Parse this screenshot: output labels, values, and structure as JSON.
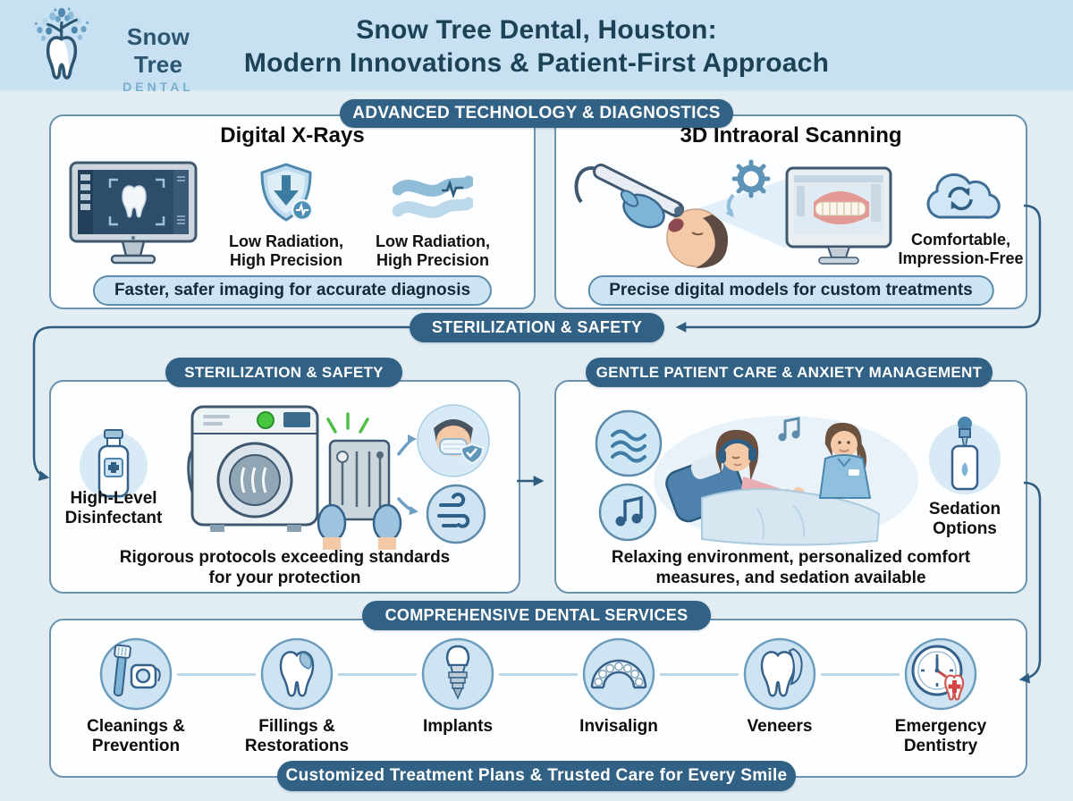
{
  "colors": {
    "banner_bg": "#316185",
    "panel_border": "#6b93ae",
    "pill_bg": "#cde5f3",
    "pill_border": "#5e8cac",
    "circle_bg": "#cfe4f2",
    "header_bg": "#c7e1f2",
    "page_bg": "#e1ecf3",
    "indicator_green": "#49c63f",
    "emergency_red": "#d64545"
  },
  "header": {
    "logo_icon": "tree-tooth-logo",
    "logo_name": "Snow Tree",
    "logo_sub": "DENTAL",
    "title_line1": "Snow Tree Dental, Houston:",
    "title_line2": "Modern Innovations & Patient-First Approach"
  },
  "tech_section": {
    "banner": "ADVANCED TECHNOLOGY & DIAGNOSTICS",
    "xray_panel": {
      "title": "Digital X-Rays",
      "monitor_icon": "xray-monitor-icon",
      "features": [
        {
          "icon": "shield-low-dose-icon",
          "line1": "Low Radiation,",
          "line2": "High Precision"
        },
        {
          "icon": "wave-pulse-icon",
          "line1": "Low Radiation,",
          "line2": "High Precision"
        }
      ],
      "caption": "Faster, safer imaging for accurate diagnosis"
    },
    "scan_panel": {
      "title": "3D Intraoral Scanning",
      "scene_icon": "intraoral-scanner-scene",
      "feature": {
        "icon": "cloud-sync-icon",
        "line1": "Comfortable,",
        "line2": "Impression-Free"
      },
      "caption": "Precise digital models for custom treatments"
    }
  },
  "flow_banner": "STERILIZATION & SAFETY",
  "sterilization_panel": {
    "banner": "STERILIZATION & SAFETY",
    "disinfectant": {
      "icon": "disinfectant-bottle-icon",
      "line1": "High-Level",
      "line2": "Disinfectant"
    },
    "scene_icons": [
      "autoclave-icon",
      "instrument-tray-icon",
      "masked-clinician-icon",
      "air-purification-icon"
    ],
    "caption_line1": "Rigorous protocols exceeding standards",
    "caption_line2": "for your protection"
  },
  "care_panel": {
    "banner": "GENTLE PATIENT CARE & ANXIETY MANAGEMENT",
    "scene_icons": [
      "calm-waves-icon",
      "music-note-icon",
      "relaxed-patient-scene"
    ],
    "sedation": {
      "icon": "sedation-dropper-icon",
      "line1": "Sedation",
      "line2": "Options"
    },
    "caption_line1": "Relaxing environment, personalized comfort",
    "caption_line2": "measures, and sedation available"
  },
  "services_section": {
    "banner": "COMPREHENSIVE DENTAL SERVICES",
    "items": [
      {
        "icon": "toothbrush-floss-icon",
        "line1": "Cleanings &",
        "line2": "Prevention"
      },
      {
        "icon": "tooth-filling-icon",
        "line1": "Fillings &",
        "line2": "Restorations"
      },
      {
        "icon": "dental-implant-icon",
        "line1": "Implants",
        "line2": ""
      },
      {
        "icon": "invisalign-aligner-icon",
        "line1": "Invisalign",
        "line2": ""
      },
      {
        "icon": "veneer-tooth-icon",
        "line1": "Veneers",
        "line2": ""
      },
      {
        "icon": "emergency-clock-icon",
        "line1": "Emergency",
        "line2": "Dentistry"
      }
    ],
    "caption": "Customized Treatment Plans & Trusted Care for Every Smile"
  }
}
